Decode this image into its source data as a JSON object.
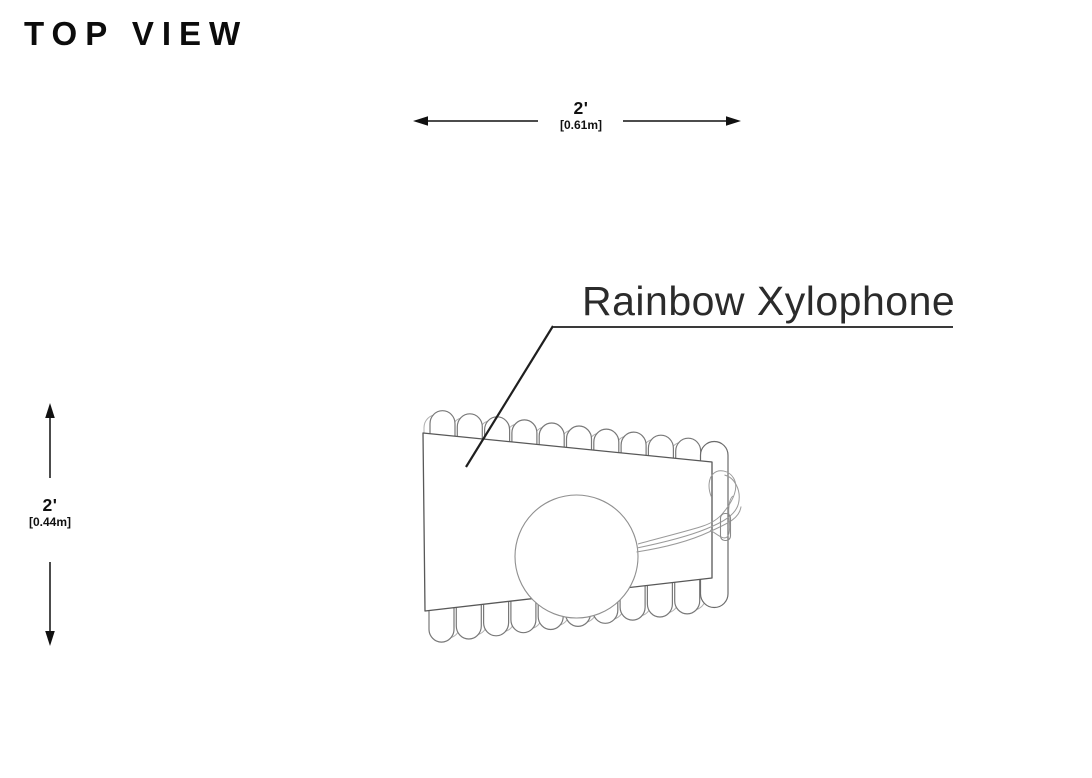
{
  "title": "TOP VIEW",
  "dimensions": {
    "horizontal": {
      "value": "2'",
      "metric": "[0.61m]"
    },
    "vertical": {
      "value": "2'",
      "metric": "[0.44m]"
    }
  },
  "label": "Rainbow Xylophone",
  "colors": {
    "ink": "#111111",
    "drawing_line": "#787878",
    "background": "#ffffff"
  }
}
